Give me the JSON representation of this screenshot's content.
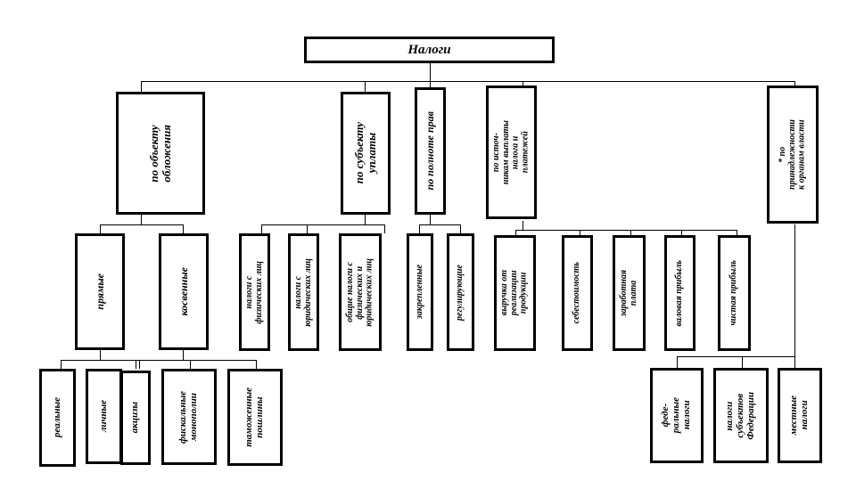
{
  "diagram": {
    "title": "Налоги",
    "root": {
      "label": "Налоги"
    },
    "level2": [
      {
        "id": "object",
        "label": "по объекту\nобложения"
      },
      {
        "id": "subject",
        "label": "по субъекту\nуплаты"
      },
      {
        "id": "rights",
        "label": "по полноте прав"
      },
      {
        "id": "sources",
        "label": "по источ-\nникам выплаты\nналога и\nплатежей"
      },
      {
        "id": "authority",
        "label": "* по\nпринадлежности\nк органам власти"
      }
    ],
    "level3": [
      {
        "id": "direct",
        "parent": "object",
        "label": "прямые"
      },
      {
        "id": "indirect",
        "parent": "object",
        "label": "косвенные"
      },
      {
        "id": "natural",
        "parent": "subject",
        "label": "налоги с\nфизических лиц"
      },
      {
        "id": "legal",
        "parent": "subject",
        "label": "налоги с\nюридических лиц"
      },
      {
        "id": "common",
        "parent": "subject",
        "label": "общие налоги с\nфизических и\nюридических лиц"
      },
      {
        "id": "fixed",
        "parent": "rights",
        "label": "закрепленные"
      },
      {
        "id": "regulating",
        "parent": "rights",
        "label": "регулирующие"
      },
      {
        "id": "revenue",
        "parent": "sources",
        "label": "выручка от\nреализации\nпродукции"
      },
      {
        "id": "cost",
        "parent": "sources",
        "label": "себестоимость"
      },
      {
        "id": "wages",
        "parent": "sources",
        "label": "заработная\nплата"
      },
      {
        "id": "gross",
        "parent": "sources",
        "label": "валовая прибыль"
      },
      {
        "id": "net",
        "parent": "sources",
        "label": "чистая прибыль"
      }
    ],
    "level4": [
      {
        "id": "real",
        "parent": "direct",
        "label": "реальные"
      },
      {
        "id": "personal",
        "parent": "direct",
        "label": "личные"
      },
      {
        "id": "excise",
        "parent": "indirect",
        "label": "акцизы"
      },
      {
        "id": "monopoly",
        "parent": "indirect",
        "label": "фискальные\nмонополии"
      },
      {
        "id": "customs",
        "parent": "indirect",
        "label": "таможенные\nпошлины"
      },
      {
        "id": "federal",
        "parent": "authority",
        "label": "феде-\nральные\nналоги"
      },
      {
        "id": "regional",
        "parent": "authority",
        "label": "налоги\nсубъектов\nФедерации"
      },
      {
        "id": "local",
        "parent": "authority",
        "label": "местные\nналоги"
      }
    ],
    "colors": {
      "box_border": "#000000",
      "box_fill": "#ffffff",
      "line": "#000000",
      "text": "#000000",
      "background": "#ffffff"
    }
  }
}
